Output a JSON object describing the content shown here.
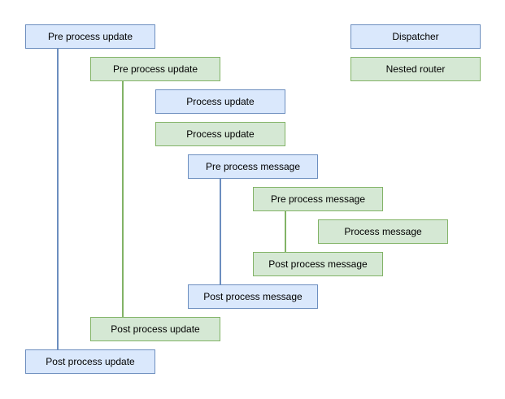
{
  "diagram": {
    "kind": "dispatcher-lifecycle-flow",
    "colors": {
      "background": "#ffffff",
      "text": "#000000",
      "blue_fill": "#dae8fc",
      "blue_stroke": "#6c8ebf",
      "green_fill": "#d5e8d4",
      "green_stroke": "#82b366"
    },
    "legend_nodes": [
      {
        "label": "Dispatcher",
        "color": "blue"
      },
      {
        "label": "Nested router",
        "color": "green"
      }
    ],
    "nodes": [
      {
        "label": "Pre process update",
        "color": "blue"
      },
      {
        "label": "Dispatcher",
        "color": "blue"
      },
      {
        "label": "Pre process update",
        "color": "green"
      },
      {
        "label": "Nested router",
        "color": "green"
      },
      {
        "label": "Process update",
        "color": "blue"
      },
      {
        "label": "Process update",
        "color": "green"
      },
      {
        "label": "Pre process message",
        "color": "blue"
      },
      {
        "label": "Pre process message",
        "color": "green"
      },
      {
        "label": "Process message",
        "color": "green"
      },
      {
        "label": "Post process message",
        "color": "green"
      },
      {
        "label": "Post process message",
        "color": "blue"
      },
      {
        "label": "Post process update",
        "color": "green"
      },
      {
        "label": "Post process update",
        "color": "blue"
      }
    ],
    "connectors": [
      {
        "from": "Pre process update (blue)",
        "to": "Post process update (blue)",
        "color": "blue"
      },
      {
        "from": "Pre process update (green)",
        "to": "Post process update (green)",
        "color": "green"
      },
      {
        "from": "Pre process message (blue)",
        "to": "Post process message (blue)",
        "color": "blue"
      },
      {
        "from": "Pre process message (green)",
        "to": "Post process message (green)",
        "color": "green"
      }
    ]
  }
}
